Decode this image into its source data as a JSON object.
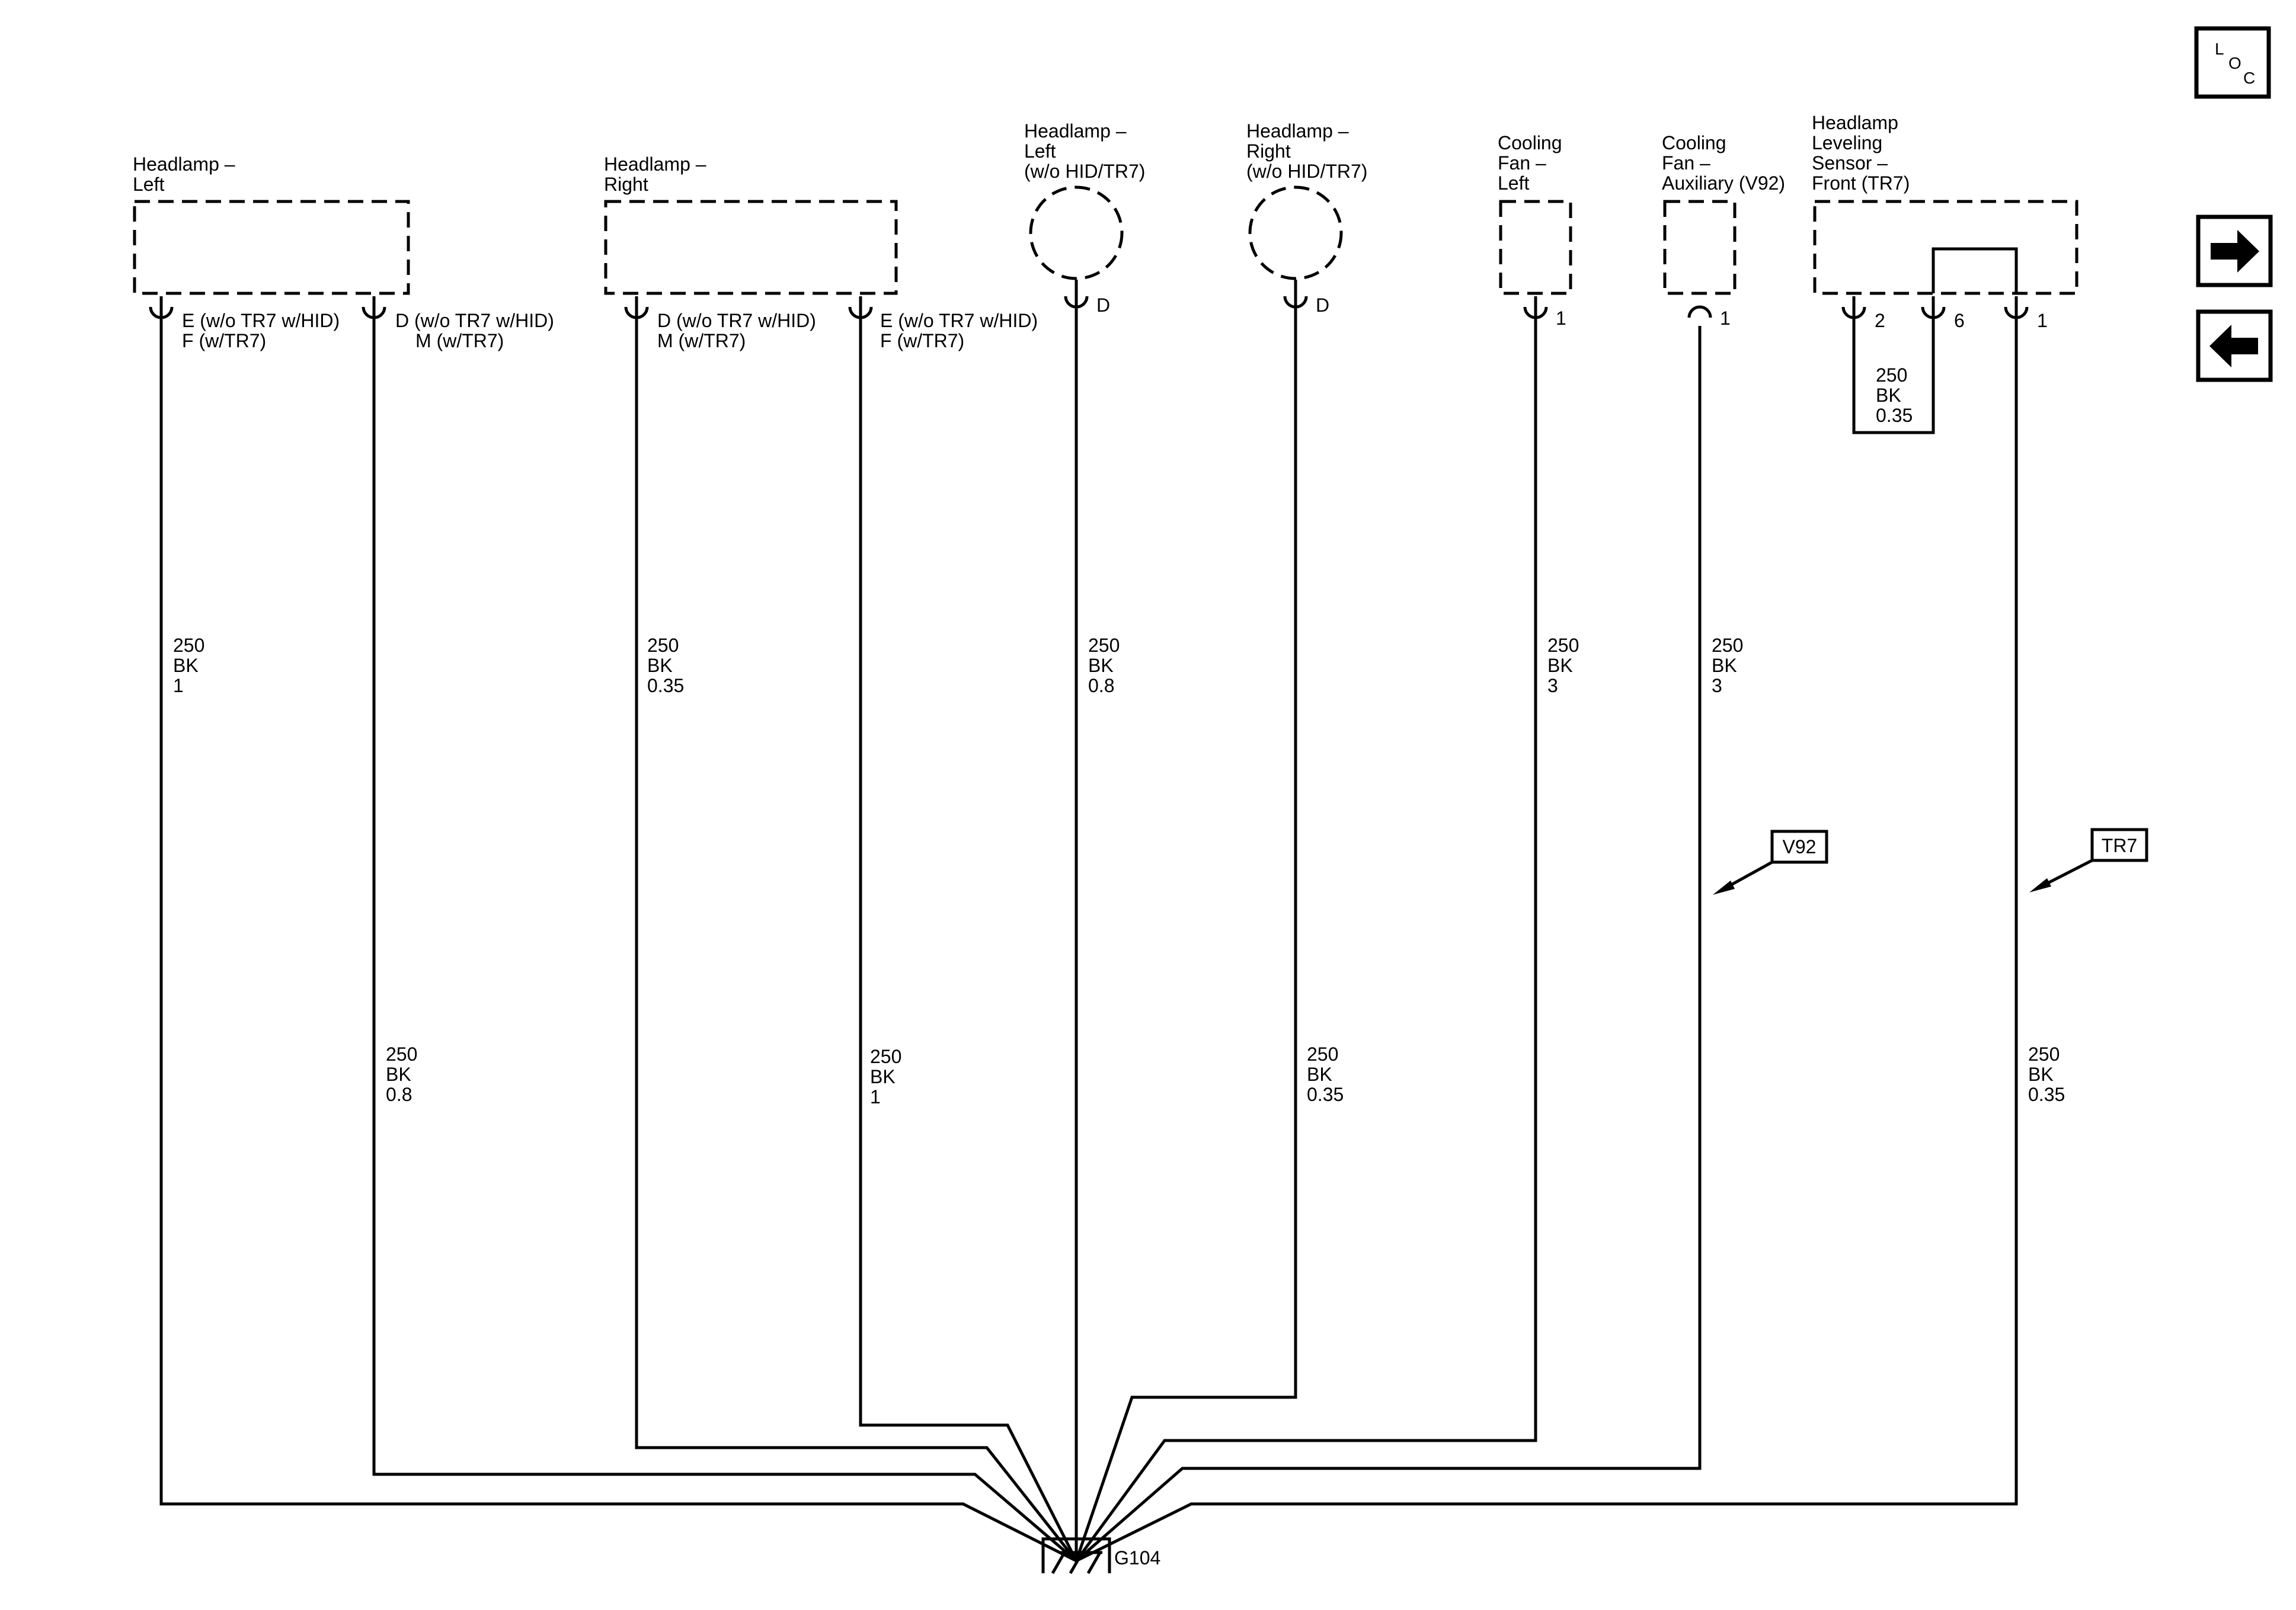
{
  "components": {
    "headlamp_left": {
      "title": [
        "Headlamp –",
        "Left"
      ],
      "pins": [
        [
          "E (w/o TR7 w/HID)",
          "F (w/TR7)"
        ],
        [
          "D (w/o TR7 w/HID)",
          "M (w/TR7)"
        ]
      ]
    },
    "headlamp_right": {
      "title": [
        "Headlamp –",
        "Right"
      ],
      "pins": [
        [
          "D (w/o TR7 w/HID)",
          "M (w/TR7)"
        ],
        [
          "E (w/o TR7 w/HID)",
          "F (w/TR7)"
        ]
      ]
    },
    "headlamp_left_nohid": {
      "title": [
        "Headlamp –",
        "Left",
        "(w/o HID/TR7)"
      ],
      "pin": "D"
    },
    "headlamp_right_nohid": {
      "title": [
        "Headlamp –",
        "Right",
        "(w/o HID/TR7)"
      ],
      "pin": "D"
    },
    "cooling_fan_left": {
      "title": [
        "Cooling",
        "Fan –",
        "Left"
      ],
      "pin": "1"
    },
    "cooling_fan_aux": {
      "title": [
        "Cooling",
        "Fan –",
        "Auxiliary (V92)"
      ],
      "pin": "1"
    },
    "leveling_sensor": {
      "title": [
        "Headlamp",
        "Leveling",
        "Sensor –",
        "Front (TR7)"
      ],
      "pins": [
        "2",
        "6",
        "1"
      ]
    }
  },
  "wire_labels": {
    "w1": [
      "250",
      "BK",
      "1"
    ],
    "w2": [
      "250",
      "BK",
      "0.8"
    ],
    "w3": [
      "250",
      "BK",
      "0.35"
    ],
    "w4": [
      "250",
      "BK",
      "1"
    ],
    "w5": [
      "250",
      "BK",
      "0.8"
    ],
    "w6": [
      "250",
      "BK",
      "0.35"
    ],
    "w7": [
      "250",
      "BK",
      "3"
    ],
    "w8": [
      "250",
      "BK",
      "3"
    ],
    "w9": [
      "250",
      "BK",
      "0.35"
    ],
    "jumper": [
      "250",
      "BK",
      "0.35"
    ]
  },
  "options": {
    "v92": "V92",
    "tr7": "TR7"
  },
  "ground": {
    "name": "G104"
  },
  "loc": {
    "l": "L",
    "o": "O",
    "c": "C"
  },
  "nav": {
    "forward": "arrow-right-icon",
    "back": "arrow-left-icon"
  }
}
